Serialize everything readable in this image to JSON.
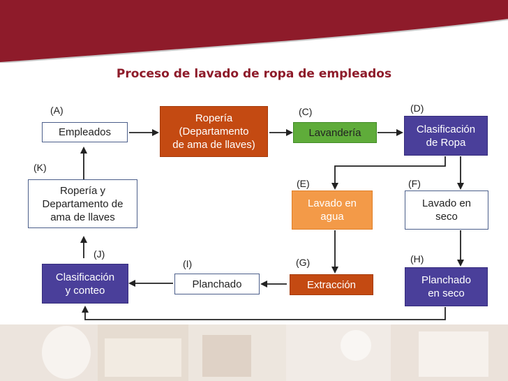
{
  "title": "Proceso de lavado de ropa de empleados",
  "colors": {
    "header": "#8e1b2a",
    "box_orange": "#c44a12",
    "box_green": "#5fac3a",
    "box_blue": "#4a3f9a",
    "box_light_orange": "#f39a48",
    "border": "#4b5e8a"
  },
  "nodes": {
    "empleados": {
      "tag": "(A)",
      "label": "Empleados"
    },
    "roperia": {
      "label": "Ropería\n(Departamento\nde ama de llaves)"
    },
    "lavanderia": {
      "tag": "(C)",
      "label": "Lavandería"
    },
    "clasificacion_ropa": {
      "tag": "(D)",
      "label": "Clasificación\nde Ropa"
    },
    "lavado_agua": {
      "tag": "(E)",
      "label": "Lavado en\nagua"
    },
    "lavado_seco": {
      "tag": "(F)",
      "label": "Lavado en\nseco"
    },
    "extraccion": {
      "tag": "(G)",
      "label": "Extracción"
    },
    "planchado_seco": {
      "tag": "(H)",
      "label": "Planchado\nen seco"
    },
    "planchado": {
      "tag": "(I)",
      "label": "Planchado"
    },
    "clasificacion_conteo": {
      "tag": "(J)",
      "label": "Clasificación\ny conteo"
    },
    "roperia_depto": {
      "tag": "(K)",
      "label": "Ropería y\nDepartamento de\nama de llaves"
    }
  }
}
